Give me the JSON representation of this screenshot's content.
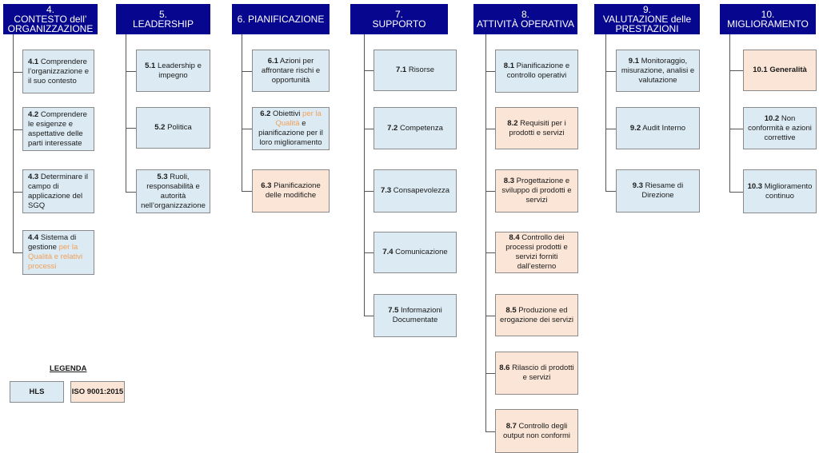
{
  "columns": [
    {
      "num": "4.",
      "title": "CONTESTO dell’ ORGANIZZAZIONE",
      "items": [
        {
          "code": "4.1",
          "pre": "Comprendere l’organizzazione e il suo contesto",
          "hl": "",
          "post": "",
          "type": "hls"
        },
        {
          "code": "4.2",
          "pre": "Comprendere le esigenze e aspettative delle parti interessate",
          "hl": "",
          "post": "",
          "type": "hls"
        },
        {
          "code": "4.3",
          "pre": "Determinare il campo di applicazione del SGQ",
          "hl": "",
          "post": "",
          "type": "hls"
        },
        {
          "code": "4.4",
          "pre": "Sistema di gestione ",
          "hl": "per la Qualità e relativi processi",
          "post": "",
          "type": "hls"
        }
      ]
    },
    {
      "num": "5.",
      "title": "LEADERSHIP",
      "items": [
        {
          "code": "5.1",
          "pre": "Leadership e impegno",
          "hl": "",
          "post": "",
          "type": "hls"
        },
        {
          "code": "5.2",
          "pre": "Politica",
          "hl": "",
          "post": "",
          "type": "hls"
        },
        {
          "code": "5.3",
          "pre": "Ruoli, responsabilità e autorità nell’organizzazione",
          "hl": "",
          "post": "",
          "type": "hls"
        }
      ]
    },
    {
      "num": "6. PIANIFICAZIONE",
      "title": "",
      "items": [
        {
          "code": "6.1",
          "pre": "Azioni per affrontare rischi e opportunità",
          "hl": "",
          "post": "",
          "type": "hls"
        },
        {
          "code": "6.2",
          "pre": "Obiettivi ",
          "hl": "per la Qualità",
          "post": " e pianificazione per il loro miglioramento",
          "type": "hls"
        },
        {
          "code": "6.3",
          "pre": "Pianificazione delle modifiche",
          "hl": "",
          "post": "",
          "type": "iso"
        }
      ]
    },
    {
      "num": "7.",
      "title": "SUPPORTO",
      "items": [
        {
          "code": "7.1",
          "pre": "Risorse",
          "hl": "",
          "post": "",
          "type": "hls"
        },
        {
          "code": "7.2",
          "pre": "Competenza",
          "hl": "",
          "post": "",
          "type": "hls"
        },
        {
          "code": "7.3",
          "pre": "Consapevolezza",
          "hl": "",
          "post": "",
          "type": "hls"
        },
        {
          "code": "7.4",
          "pre": "Comunicazione",
          "hl": "",
          "post": "",
          "type": "hls"
        },
        {
          "code": "7.5",
          "pre": "Informazioni Documentate",
          "hl": "",
          "post": "",
          "type": "hls"
        }
      ]
    },
    {
      "num": "8.",
      "title": "ATTIVITÀ OPERATIVA",
      "items": [
        {
          "code": "8.1",
          "pre": "Pianificazione e controllo operativi",
          "hl": "",
          "post": "",
          "type": "hls"
        },
        {
          "code": "8.2",
          "pre": "Requisiti per i prodotti e servizi",
          "hl": "",
          "post": "",
          "type": "iso"
        },
        {
          "code": "8.3",
          "pre": "Progettazione e sviluppo di prodotti e servizi",
          "hl": "",
          "post": "",
          "type": "iso"
        },
        {
          "code": "8.4",
          "pre": "Controllo dei processi prodotti e servizi forniti dall’esterno",
          "hl": "",
          "post": "",
          "type": "iso"
        },
        {
          "code": "8.5",
          "pre": "Produzione ed erogazione dei servizi",
          "hl": "",
          "post": "",
          "type": "iso"
        },
        {
          "code": "8.6",
          "pre": "Rilascio di prodotti e servizi",
          "hl": "",
          "post": "",
          "type": "iso"
        },
        {
          "code": "8.7",
          "pre": "Controllo degli output non conformi",
          "hl": "",
          "post": "",
          "type": "iso"
        }
      ]
    },
    {
      "num": "9.",
      "title": "VALUTAZIONE delle PRESTAZIONI",
      "items": [
        {
          "code": "9.1",
          "pre": "Monitoraggio, misurazione, analisi e valutazione",
          "hl": "",
          "post": "",
          "type": "hls"
        },
        {
          "code": "9.2",
          "pre": "Audit Interno",
          "hl": "",
          "post": "",
          "type": "hls"
        },
        {
          "code": "9.3",
          "pre": "Riesame di Direzione",
          "hl": "",
          "post": "",
          "type": "hls"
        }
      ]
    },
    {
      "num": "10.",
      "title": "MIGLIORAMENTO",
      "items": [
        {
          "code": "10.1",
          "pre": "Generalità",
          "hl": "",
          "post": "",
          "type": "iso"
        },
        {
          "code": "10.2",
          "pre": "Non conformità e azioni correttive",
          "hl": "",
          "post": "",
          "type": "hls"
        },
        {
          "code": "10.3",
          "pre": "Miglioramento continuo",
          "hl": "",
          "post": "",
          "type": "hls"
        }
      ]
    }
  ],
  "legend": {
    "title": "LEGENDA",
    "hls": "HLS",
    "iso": "ISO 9001:2015"
  },
  "colors": {
    "header": "#06068f",
    "hls": "#dcebf3",
    "iso": "#fbe5d6",
    "highlight": "#f0a05a"
  }
}
